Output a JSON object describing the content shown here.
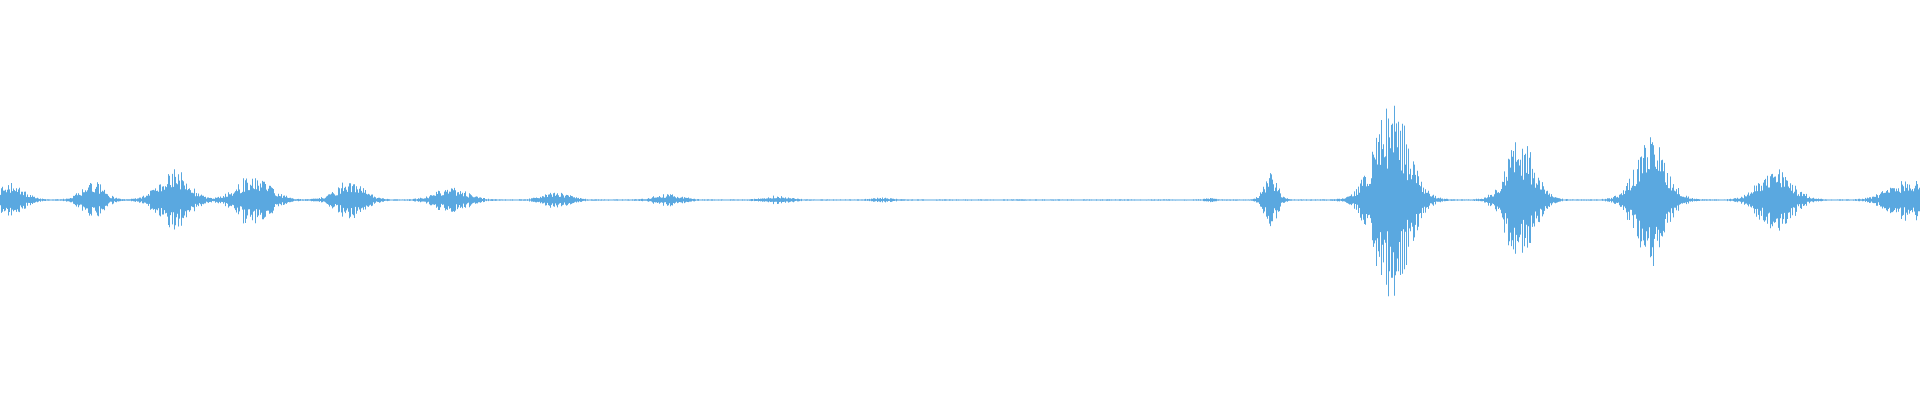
{
  "waveform": {
    "color": "#5aa8e0",
    "background": "#ffffff",
    "sample_count": 1920,
    "bursts": [
      {
        "center": 0.005,
        "width": 0.012,
        "amplitude": 0.09
      },
      {
        "center": 0.048,
        "width": 0.01,
        "amplitude": 0.1
      },
      {
        "center": 0.09,
        "width": 0.014,
        "amplitude": 0.16
      },
      {
        "center": 0.132,
        "width": 0.015,
        "amplitude": 0.14
      },
      {
        "center": 0.182,
        "width": 0.013,
        "amplitude": 0.1
      },
      {
        "center": 0.235,
        "width": 0.014,
        "amplitude": 0.07
      },
      {
        "center": 0.29,
        "width": 0.012,
        "amplitude": 0.04
      },
      {
        "center": 0.348,
        "width": 0.012,
        "amplitude": 0.03
      },
      {
        "center": 0.405,
        "width": 0.011,
        "amplitude": 0.02
      },
      {
        "center": 0.46,
        "width": 0.009,
        "amplitude": 0.01
      },
      {
        "center": 0.63,
        "width": 0.004,
        "amplitude": 0.01
      },
      {
        "center": 0.662,
        "width": 0.006,
        "amplitude": 0.14
      },
      {
        "center": 0.725,
        "width": 0.016,
        "amplitude": 0.52
      },
      {
        "center": 0.792,
        "width": 0.013,
        "amplitude": 0.34
      },
      {
        "center": 0.86,
        "width": 0.014,
        "amplitude": 0.34
      },
      {
        "center": 0.925,
        "width": 0.015,
        "amplitude": 0.17
      },
      {
        "center": 0.995,
        "width": 0.018,
        "amplitude": 0.12
      }
    ]
  }
}
